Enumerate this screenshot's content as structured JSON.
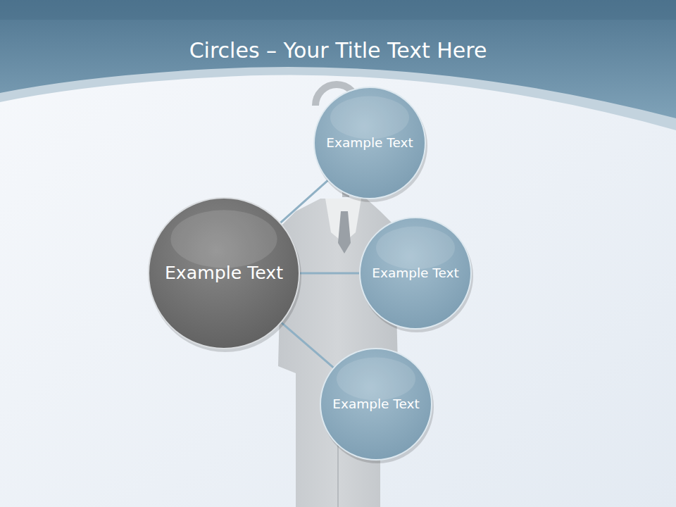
{
  "diagram": {
    "title": "Circles – Your Title Text Here",
    "nodes": [
      {
        "text": [
          "Example Text"
        ]
      },
      {
        "text": [
          "Example Text"
        ]
      },
      {
        "text": [
          "Example Text"
        ]
      },
      {
        "text": [
          "Example Text"
        ]
      }
    ],
    "edges": [
      {
        "from": 0,
        "to": 1,
        "arrow": "none"
      },
      {
        "from": 0,
        "to": 2,
        "arrow": "none"
      },
      {
        "from": 0,
        "to": 3,
        "arrow": "none"
      }
    ]
  }
}
